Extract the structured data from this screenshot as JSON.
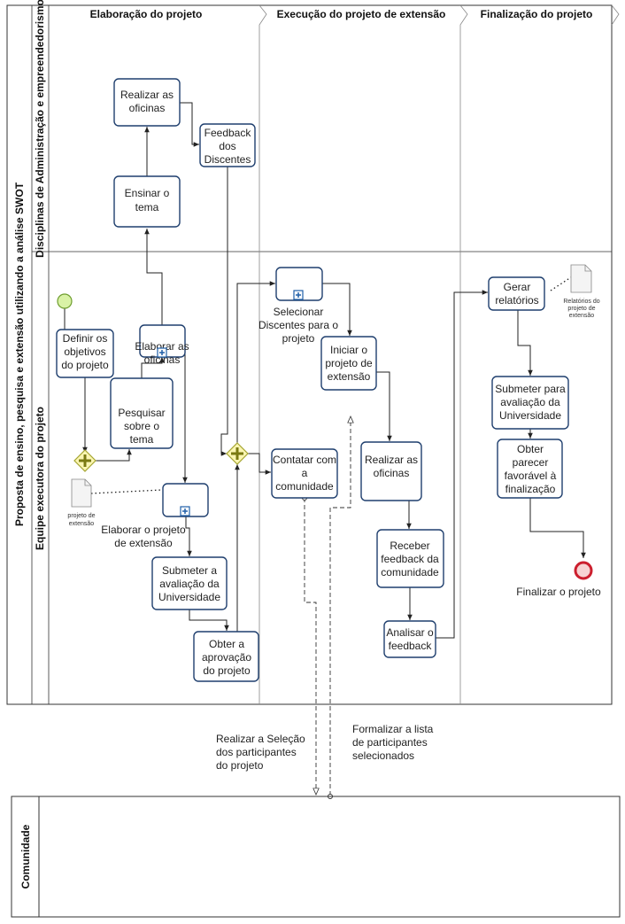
{
  "pool": {
    "title": "Proposta de ensino, pesquisa  e extensão utilizando a análise SWOT"
  },
  "lanes": {
    "top": "Disciplinas de Administração e empreendedorismo",
    "bottom": "Equipe executora do projeto"
  },
  "phases": [
    "Elaboração do projeto",
    "Execução do projeto de extensão",
    "Finalização do projeto"
  ],
  "tasks": {
    "realizar_oficinas_top": [
      "Realizar as",
      "oficinas"
    ],
    "feedback_discentes": [
      "Feedback",
      "dos",
      "Discentes"
    ],
    "ensinar_tema": [
      "Ensinar o",
      "tema"
    ],
    "definir_objetivos": [
      "Definir os",
      "objetivos",
      "do projeto"
    ],
    "pesquisar_tema": [
      "Pesquisar",
      "sobre o",
      "tema"
    ],
    "elaborar_oficinas": [
      "Elaborar as",
      "oficinas"
    ],
    "elaborar_projeto": [
      "Elaborar o projeto",
      "de extensão"
    ],
    "submeter_avaliacao_1": [
      "Submeter a",
      "avaliação  da",
      "Universidade"
    ],
    "obter_aprovacao": [
      "Obter a",
      "aprovação",
      "do projeto"
    ],
    "selecionar_discentes": [
      "Selecionar",
      "Discentes para o",
      "projeto"
    ],
    "iniciar_projeto": [
      "Iniciar o",
      "projeto de",
      "extensão"
    ],
    "contatar_comunidade": [
      "Contatar com",
      "a",
      "comunidade"
    ],
    "realizar_oficinas_exec": [
      "Realizar as",
      "oficinas"
    ],
    "receber_feedback": [
      "Receber",
      "feedback da",
      "comunidade"
    ],
    "analisar_feedback": [
      "Analisar o",
      "feedback"
    ],
    "gerar_relatorios": [
      "Gerar",
      "relatórios"
    ],
    "submeter_avaliacao_2": [
      "Submeter para",
      "avaliação da",
      "Universidade"
    ],
    "obter_parecer": [
      "Obter",
      "parecer",
      "favorável à",
      "finalização"
    ]
  },
  "end_event": "Finalizar o projeto",
  "documents": {
    "projeto_extensao": [
      "projeto de",
      "extensão"
    ],
    "relatorios": [
      "Relatórios do",
      "projeto de",
      "extensão"
    ]
  },
  "messages": {
    "selecao": [
      "Realizar a Seleção",
      "dos participantes",
      "do projeto"
    ],
    "formalizar": [
      "Formalizar a lista",
      "de participantes",
      "selecionados"
    ]
  },
  "community_pool": "Comunidade",
  "colors": {
    "task_border": "#1f3f6e",
    "start_event": "#d9f2a6",
    "end_event": "#cc1f2e",
    "gateway": "#fbf6b2",
    "gateway_border": "#a5a531",
    "subprocess_marker": "#1f5fa8"
  }
}
